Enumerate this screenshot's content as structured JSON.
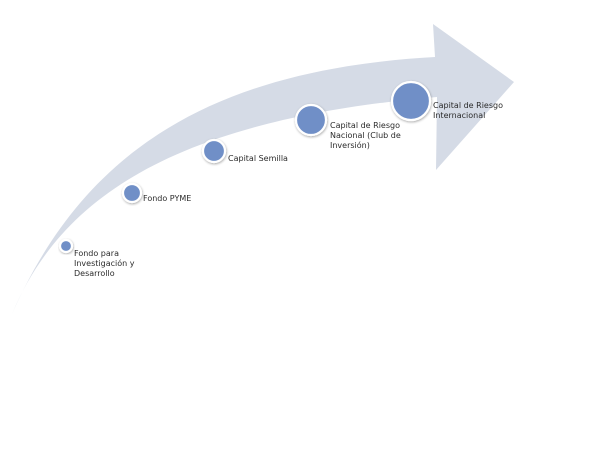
{
  "diagram": {
    "colors": {
      "arrow_fill": "#d5dbe6",
      "circle_fill": "#6f8fc7",
      "circle_outline": "#ffffff",
      "label_color": "#2b2b2b"
    },
    "stages": [
      {
        "label": "Fondo para Investigación y Desarrollo"
      },
      {
        "label": "Fondo PYME"
      },
      {
        "label": "Capital Semilla"
      },
      {
        "label": "Capital de Riesgo Nacional (Club de Inversión)"
      },
      {
        "label": "Capital de Riesgo Internacional"
      }
    ]
  }
}
